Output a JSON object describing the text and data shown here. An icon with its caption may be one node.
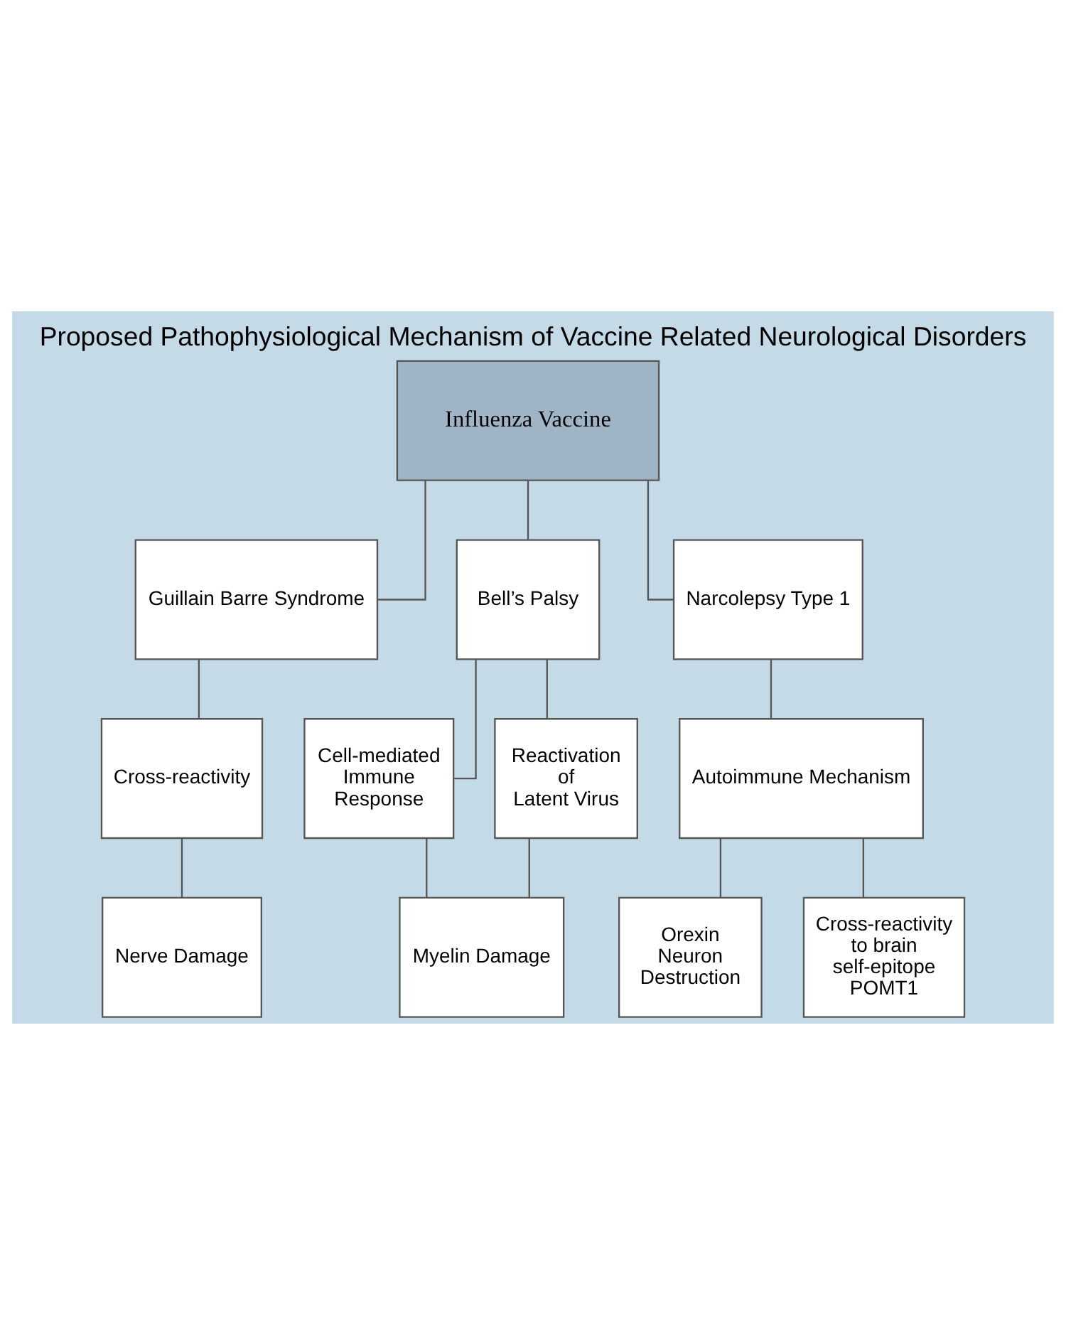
{
  "diagram": {
    "title": "Proposed Pathophysiological Mechanism of Vaccine Related Neurological Disorders",
    "nodes": [
      {
        "text": [
          "Influenza Vaccine"
        ]
      },
      {
        "text": [
          "Guillain Barre Syndrome"
        ]
      },
      {
        "text": [
          "Bell’s Palsy"
        ]
      },
      {
        "text": [
          "Narcolepsy Type 1"
        ]
      },
      {
        "text": [
          "Cross-reactivity"
        ]
      },
      {
        "text": [
          "Cell-mediated Immune Response"
        ]
      },
      {
        "text": [
          "Reactivation of Latent Virus"
        ]
      },
      {
        "text": [
          "Autoimmune Mechanism"
        ]
      },
      {
        "text": [
          "Nerve Damage"
        ]
      },
      {
        "text": [
          "Myelin Damage"
        ]
      },
      {
        "text": [
          "Orexin Neuron Destruction"
        ]
      },
      {
        "text": [
          "Cross-reactivity to brain self-epitope POMT1"
        ]
      }
    ],
    "edges": [
      {
        "from": 0,
        "to": 1,
        "arrow": "none"
      },
      {
        "from": 0,
        "to": 2,
        "arrow": "none"
      },
      {
        "from": 0,
        "to": 3,
        "arrow": "none"
      },
      {
        "from": 1,
        "to": 4,
        "arrow": "none"
      },
      {
        "from": 2,
        "to": 5,
        "arrow": "none"
      },
      {
        "from": 2,
        "to": 6,
        "arrow": "none"
      },
      {
        "from": 3,
        "to": 7,
        "arrow": "none"
      },
      {
        "from": 4,
        "to": 8,
        "arrow": "none"
      },
      {
        "from": 5,
        "to": 9,
        "arrow": "none"
      },
      {
        "from": 6,
        "to": 9,
        "arrow": "none"
      },
      {
        "from": 7,
        "to": 10,
        "arrow": "none"
      },
      {
        "from": 7,
        "to": 11,
        "arrow": "none"
      }
    ]
  }
}
